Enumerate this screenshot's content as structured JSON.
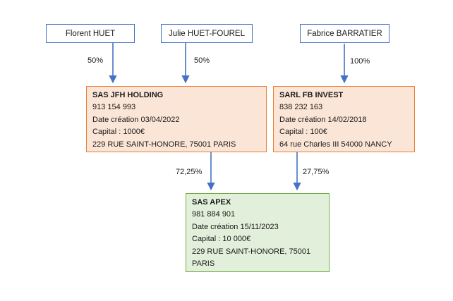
{
  "diagram": {
    "persons": [
      {
        "label": "Florent HUET",
        "share": "50%"
      },
      {
        "label": "Julie HUET-FOUREL",
        "share": "50%"
      },
      {
        "label": "Fabrice BARRATIER",
        "share": "100%"
      }
    ],
    "companies": [
      {
        "name": "SAS JFH HOLDING",
        "siren": "913 154 993",
        "creation": "Date création 03/04/2022",
        "capital": "Capital : 1000€",
        "address": "229 RUE SAINT-HONORE, 75001 PARIS",
        "share_in_apex": "72,25%"
      },
      {
        "name": "SARL FB INVEST",
        "siren": "838 232 163",
        "creation": "Date création 14/02/2018",
        "capital": "Capital : 100€",
        "address": "64 rue Charles III 54000 NANCY",
        "share_in_apex": "27,75%"
      },
      {
        "name": "SAS APEX",
        "siren": "981 884 901",
        "creation": "Date création 15/11/2023",
        "capital": "Capital : 10 000€",
        "address": "229 RUE SAINT-HONORE, 75001 PARIS"
      }
    ],
    "colors": {
      "arrow": "#4472C4",
      "person_box_border": "#4472C4",
      "company_box_border": "#ED7D31",
      "company_box_fill": "#FBE5D6",
      "target_box_border": "#70AD47",
      "target_box_fill": "#E2EFDA"
    }
  }
}
